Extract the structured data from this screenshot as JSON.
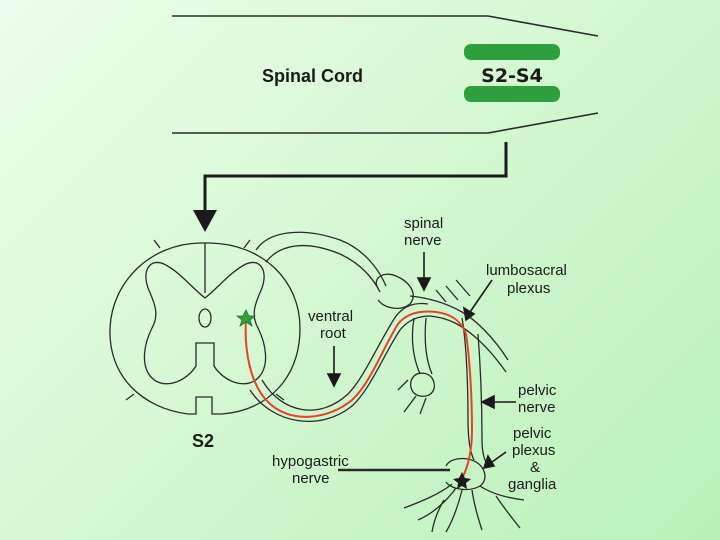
{
  "title": "Spinal Cord",
  "segment_badge": "S2-S4",
  "section_label": "S2",
  "labels": {
    "spinal_nerve": [
      "spinal",
      "nerve"
    ],
    "lumbosacral_plexus": [
      "lumbosacral",
      "plexus"
    ],
    "ventral_root": [
      "ventral",
      "root"
    ],
    "pelvic_nerve": [
      "pelvic",
      "nerve"
    ],
    "pelvic_plexus": [
      "pelvic",
      "plexus",
      "&",
      "ganglia"
    ],
    "hypogastric_nerve": [
      "hypogastric",
      "nerve"
    ]
  },
  "colors": {
    "badge": "#2e9e3e",
    "neuron": "#e8412a",
    "cell_body": "#2e9e3e",
    "outline": "#2a2a2a"
  }
}
